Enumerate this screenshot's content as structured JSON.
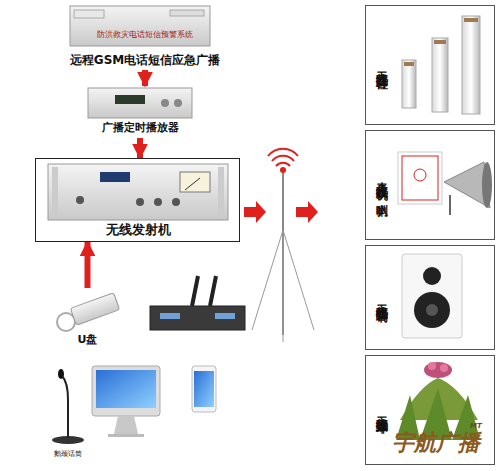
{
  "diagram": {
    "nodes": [
      {
        "text": [
          "防洪救灾电话短信预警系统",
          "远程GSM电话短信应急广播"
        ]
      },
      {
        "text": [
          "广播定时播放器"
        ]
      },
      {
        "text": [
          "无线发射机"
        ]
      },
      {
        "text": [
          "U盘"
        ]
      },
      {
        "text": [
          "鹅颈话筒"
        ]
      },
      {
        "text": [
          "无线接收音柱"
        ]
      },
      {
        "text": [
          "无线接收机+喇叭"
        ]
      },
      {
        "text": [
          "无线接收音响"
        ]
      },
      {
        "text": [
          "无线接收草坪"
        ]
      }
    ],
    "edges": [
      {
        "from": 0,
        "to": 1,
        "arrow": "to"
      },
      {
        "from": 1,
        "to": 2,
        "arrow": "to"
      },
      {
        "from": 3,
        "to": 2,
        "arrow": "to"
      }
    ],
    "labels": [
      "宇航广播",
      "MT"
    ]
  }
}
